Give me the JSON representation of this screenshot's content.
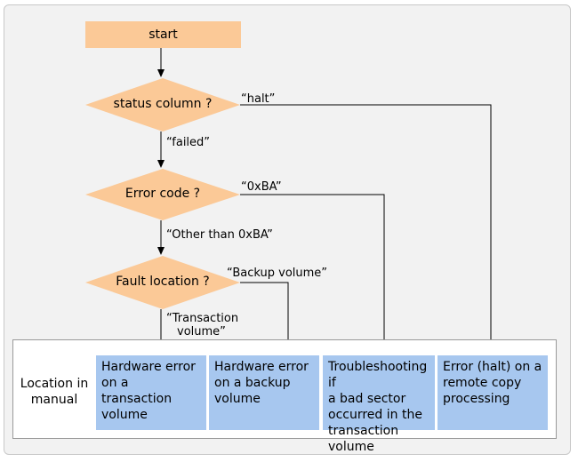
{
  "flow": {
    "start": "start",
    "decision_status": "status column ?",
    "decision_error": "Error code ?",
    "decision_fault": "Fault location ?",
    "label_halt": "“halt”",
    "label_failed": "“failed”",
    "label_0xBA": "“0xBA”",
    "label_other": "“Other than 0xBA”",
    "label_backup": "“Backup volume”",
    "label_transaction_line1": "“Transaction",
    "label_transaction_line2": "volume”"
  },
  "manual": {
    "label_line1": "Location in",
    "label_line2": "manual",
    "results": [
      [
        "Hardware error",
        "on a transaction",
        "volume"
      ],
      [
        "Hardware error",
        "on a backup",
        "volume"
      ],
      [
        "Troubleshooting if",
        "a bad sector",
        "occurred in the",
        "transaction volume"
      ],
      [
        "Error (halt) on a",
        "remote copy",
        "processing"
      ]
    ]
  },
  "colors": {
    "start_fill": "#fbc997",
    "diamond_fill": "#fbc997",
    "result_fill": "#a7c7ef",
    "frame_bg": "#f2f2f2"
  }
}
